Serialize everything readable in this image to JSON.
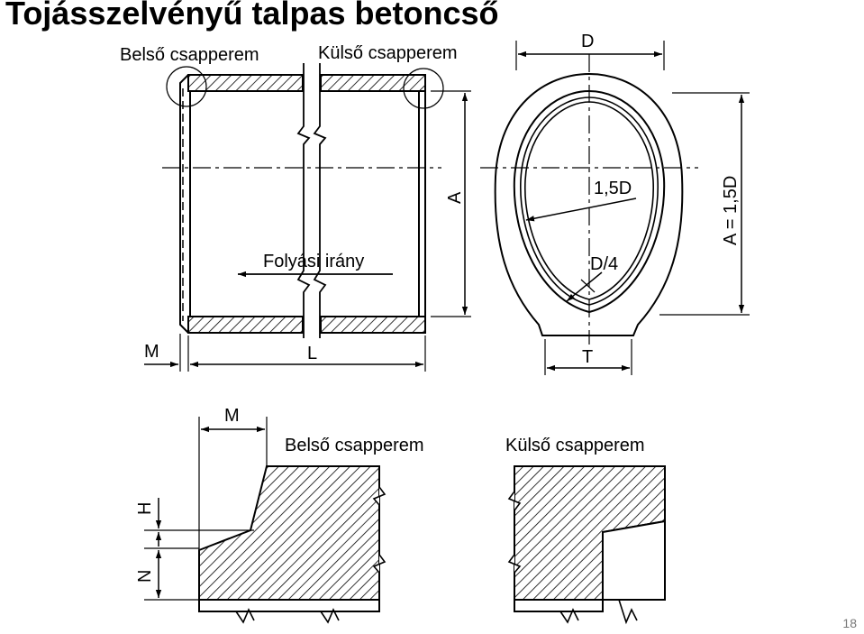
{
  "slide": {
    "title": "Tojásszelvényű talpas betoncső",
    "page_number": "18"
  },
  "side_view": {
    "label_inner_socket": "Belső csapperem",
    "label_outer_socket": "Külső csapperem",
    "label_flow": "Folyási irány",
    "dim_a": "A",
    "dim_m": "M",
    "dim_l": "L"
  },
  "cross_section": {
    "dim_d": "D",
    "dim_radius": "1,5D",
    "dim_bottom_radius": "D/4",
    "dim_t": "T",
    "dim_height": "A = 1,5D"
  },
  "detail_inner": {
    "title": "Belső csapperem",
    "dim_m": "M",
    "dim_h": "H",
    "dim_n": "N"
  },
  "detail_outer": {
    "title": "Külső csapperem"
  }
}
